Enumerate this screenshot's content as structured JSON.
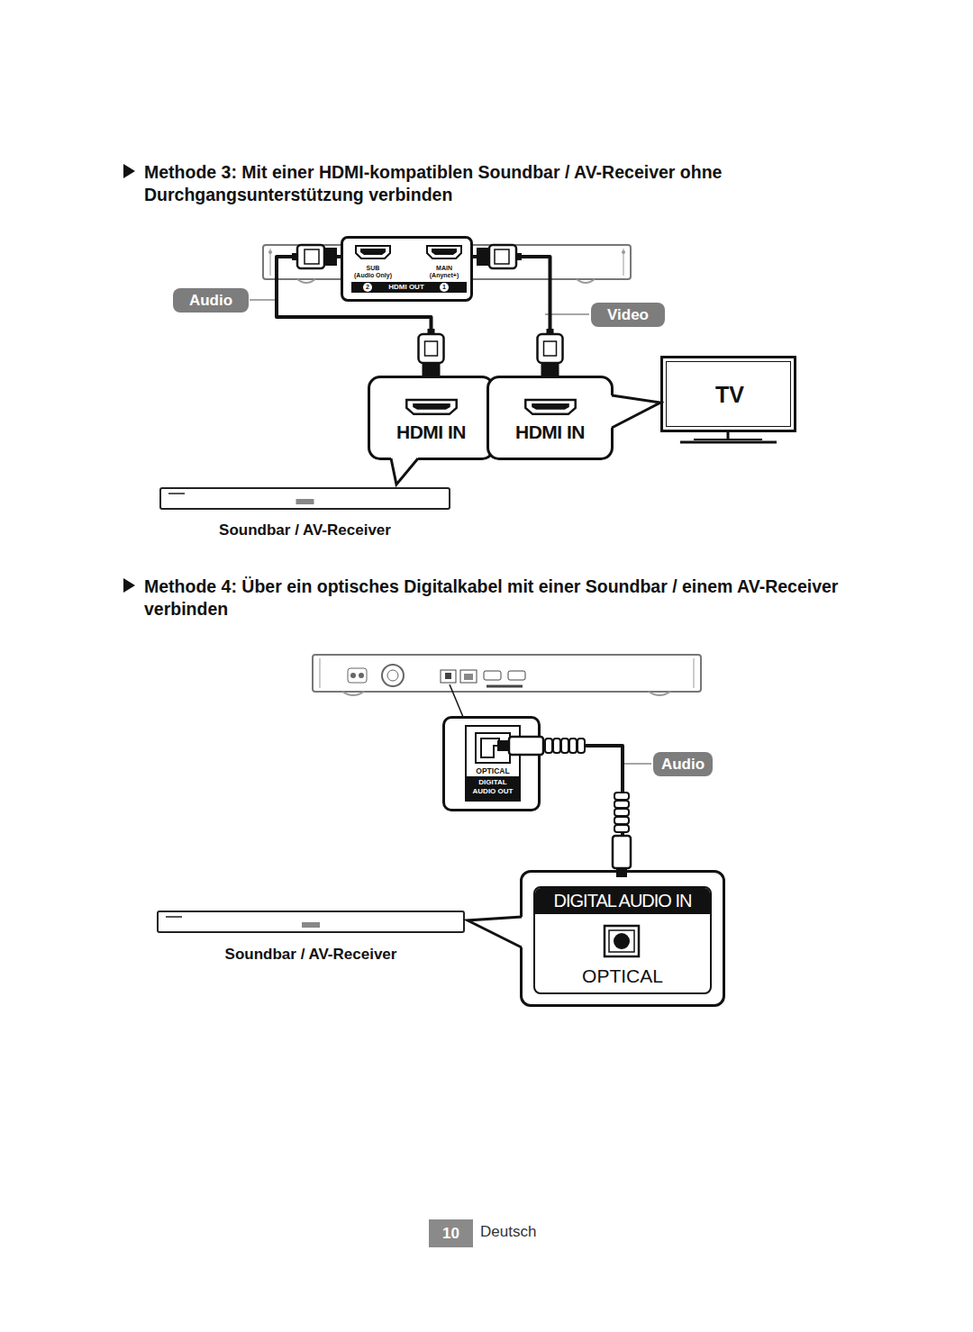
{
  "diagram": {
    "nodes": [
      {
        "text": [
          "SUB",
          "(Audio Only)",
          "MAIN",
          "(Anynet+)",
          "HDMI OUT"
        ]
      },
      {
        "text": [
          "HDMI IN"
        ]
      },
      {
        "text": [
          "HDMI IN"
        ]
      },
      {
        "text": [
          "TV"
        ]
      },
      {
        "text": [
          "Soundbar / AV-Receiver"
        ]
      },
      {
        "text": [
          "OPTICAL",
          "DIGITAL AUDIO OUT"
        ]
      },
      {
        "text": [
          "DIGITAL AUDIO IN",
          "OPTICAL"
        ]
      },
      {
        "text": [
          "Soundbar / AV-Receiver"
        ]
      }
    ],
    "edges": [
      {
        "from": 0,
        "to": 1,
        "arrow": "none",
        "label": "Audio"
      },
      {
        "from": 0,
        "to": 2,
        "arrow": "none",
        "label": "Video"
      },
      {
        "from": 5,
        "to": 6,
        "arrow": "none",
        "label": "Audio"
      }
    ],
    "labels": [
      "Methode 3: Mit einer HDMI-kompatiblen Soundbar / AV-Receiver ohne Durchgangsunterstützung verbinden",
      "Methode 4: Über ein optisches Digitalkabel mit einer Soundbar / einem AV-Receiver verbinden",
      "2",
      "1",
      "10",
      "Deutsch"
    ]
  }
}
